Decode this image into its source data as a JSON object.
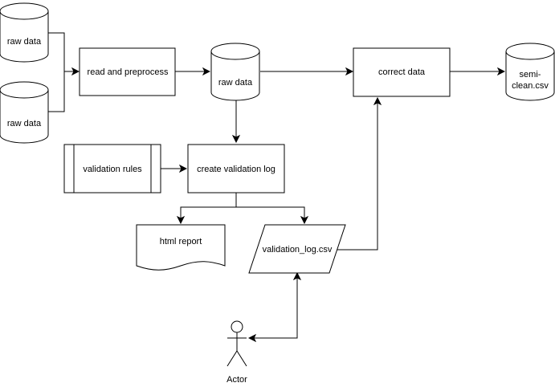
{
  "diagram": {
    "nodes": {
      "raw_data_1": "raw data",
      "raw_data_2": "raw data",
      "read_preprocess": "read and preprocess",
      "raw_data_3": "raw data",
      "correct_data": "correct data",
      "semi_clean_line1": "semi-",
      "semi_clean_line2": "clean.csv",
      "validation_rules": "validation rules",
      "create_validation_log": "create validation log",
      "html_report": "html report",
      "validation_log_csv": "validation_log.csv",
      "actor": "Actor"
    }
  }
}
